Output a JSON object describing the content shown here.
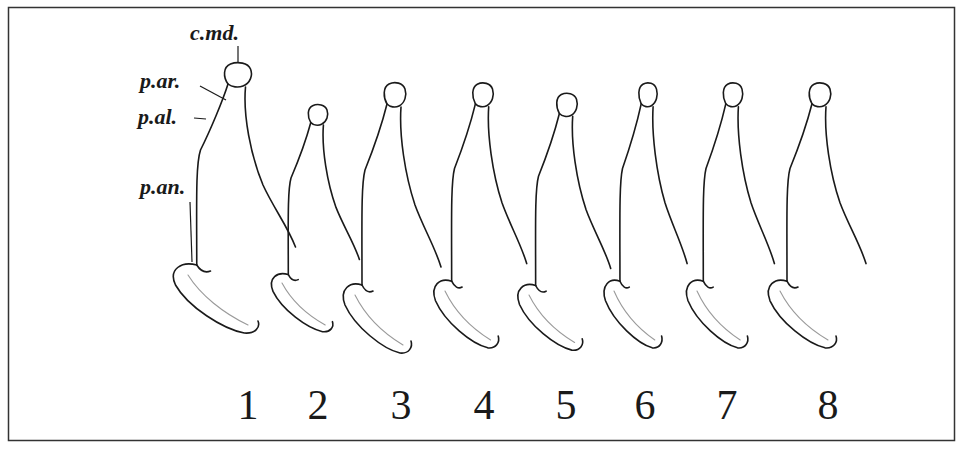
{
  "diagram": {
    "labels": [
      "c.md.",
      "p.ar.",
      "p.al.",
      "p.an.",
      "1",
      "2",
      "3",
      "4",
      "5",
      "6",
      "7",
      "8"
    ]
  }
}
